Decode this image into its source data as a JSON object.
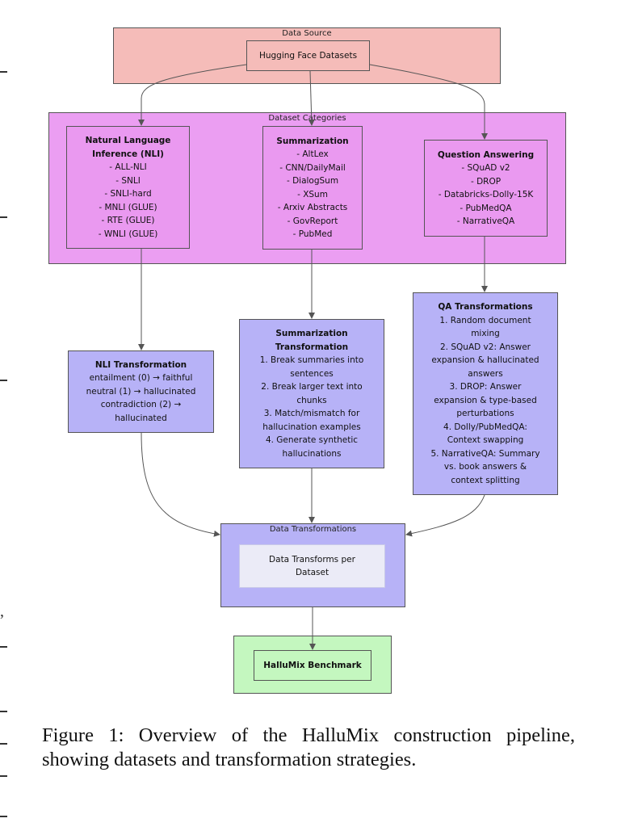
{
  "colors": {
    "data_source_fill": "#f5bcb9",
    "categories_fill": "#eb9ef2",
    "category_node_fill": "#ea99f0",
    "transform_fill": "#b7b2f7",
    "inner_fill": "#ebebf7",
    "benchmark_fill": "#c4f7bf",
    "edge": "#555555"
  },
  "data_source": {
    "label": "Data Source",
    "node": "Hugging Face Datasets"
  },
  "dataset_categories": {
    "label": "Dataset Categories",
    "nli": {
      "title_lines": [
        "Natural Language",
        "Inference (NLI)"
      ],
      "items": [
        "- ALL-NLI",
        "- SNLI",
        "- SNLI-hard",
        "- MNLI (GLUE)",
        "- RTE (GLUE)",
        "- WNLI (GLUE)"
      ]
    },
    "summarization": {
      "title": "Summarization",
      "items": [
        "- AltLex",
        "- CNN/DailyMail",
        "- DialogSum",
        "- XSum",
        "- Arxiv Abstracts",
        "- GovReport",
        "- PubMed"
      ]
    },
    "qa": {
      "title": "Question Answering",
      "items": [
        "- SQuAD v2",
        "- DROP",
        "- Databricks-Dolly-15K",
        "- PubMedQA",
        "- NarrativeQA"
      ]
    }
  },
  "nli_transformation": {
    "title": "NLI Transformation",
    "lines": [
      "entailment (0) → faithful",
      "neutral (1) → hallucinated",
      "contradiction (2) →",
      "hallucinated"
    ]
  },
  "summarization_transformation": {
    "title_lines": [
      "Summarization",
      "Transformation"
    ],
    "lines": [
      "1. Break summaries into",
      "sentences",
      "2. Break larger text into",
      "chunks",
      "3. Match/mismatch for",
      "hallucination examples",
      "4. Generate synthetic",
      "hallucinations"
    ]
  },
  "qa_transformations": {
    "title": "QA Transformations",
    "lines": [
      "1. Random document",
      "mixing",
      "2. SQuAD v2: Answer",
      "expansion & hallucinated",
      "answers",
      "3. DROP: Answer",
      "expansion & type-based",
      "perturbations",
      "4. Dolly/PubMedQA:",
      "Context swapping",
      "5. NarrativeQA: Summary",
      "vs. book answers &",
      "context splitting"
    ]
  },
  "data_transformations": {
    "label": "Data Transformations",
    "node_lines": [
      "Data Transforms per",
      "Dataset"
    ]
  },
  "benchmark": {
    "node": "HalluMix Benchmark"
  },
  "caption": "Figure 1:  Overview of the HalluMix construction pipeline, showing datasets and transformation strategies.",
  "margin_glyph": ","
}
